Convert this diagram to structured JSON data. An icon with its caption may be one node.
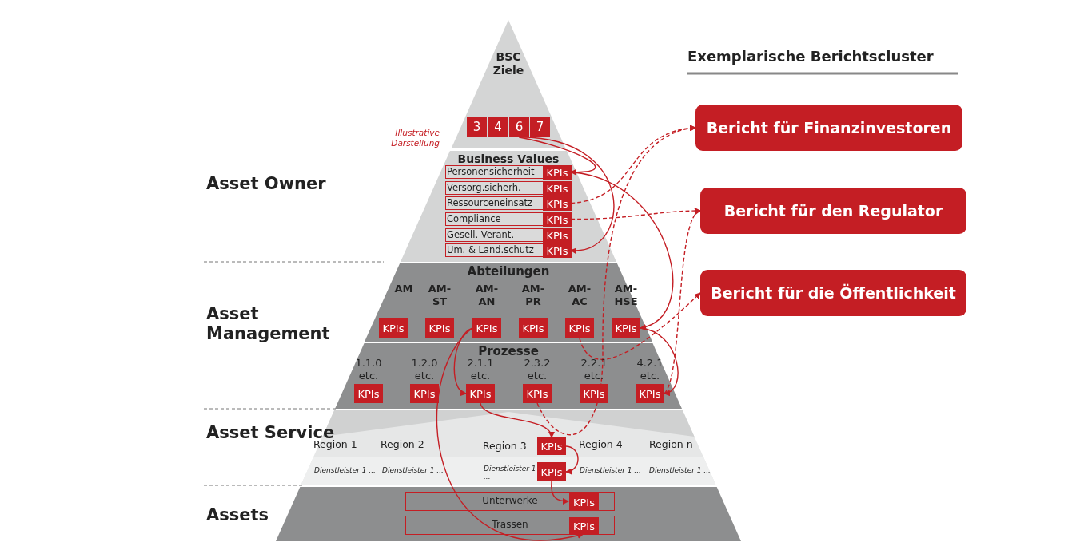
{
  "diagram": {
    "title": "Exemplarische Berichtscluster",
    "nodes": [
      {
        "text": [
          "BSC Ziele"
        ]
      },
      {
        "text": [
          "3"
        ],
        "in": 0
      },
      {
        "text": [
          "4"
        ],
        "in": 0
      },
      {
        "text": [
          "6"
        ],
        "in": 0
      },
      {
        "text": [
          "7"
        ],
        "in": 0
      },
      {
        "text": [
          "Business Values"
        ]
      },
      {
        "text": [
          "Personensicherheit"
        ],
        "in": 5
      },
      {
        "text": [
          "KPIs"
        ],
        "in": 6
      },
      {
        "text": [
          "Versorg.sicherh."
        ],
        "in": 5
      },
      {
        "text": [
          "KPIs"
        ],
        "in": 8
      },
      {
        "text": [
          "Ressourceneinsatz"
        ],
        "in": 5
      },
      {
        "text": [
          "KPIs"
        ],
        "in": 10
      },
      {
        "text": [
          "Compliance"
        ],
        "in": 5
      },
      {
        "text": [
          "KPIs"
        ],
        "in": 12
      },
      {
        "text": [
          "Gesell. Verant."
        ],
        "in": 5
      },
      {
        "text": [
          "KPIs"
        ],
        "in": 14
      },
      {
        "text": [
          "Um. & Land.schutz"
        ],
        "in": 5
      },
      {
        "text": [
          "KPIs"
        ],
        "in": 16
      },
      {
        "text": [
          "Abteilungen"
        ]
      },
      {
        "text": [
          "AM"
        ],
        "in": 18
      },
      {
        "text": [
          "KPIs"
        ],
        "in": 19
      },
      {
        "text": [
          "AM-ST"
        ],
        "in": 18
      },
      {
        "text": [
          "KPIs"
        ],
        "in": 21
      },
      {
        "text": [
          "AM-AN"
        ],
        "in": 18
      },
      {
        "text": [
          "KPIs"
        ],
        "in": 23
      },
      {
        "text": [
          "AM-PR"
        ],
        "in": 18
      },
      {
        "text": [
          "KPIs"
        ],
        "in": 25
      },
      {
        "text": [
          "AM-AC"
        ],
        "in": 18
      },
      {
        "text": [
          "KPIs"
        ],
        "in": 27
      },
      {
        "text": [
          "AM-HSE"
        ],
        "in": 18
      },
      {
        "text": [
          "KPIs"
        ],
        "in": 29
      },
      {
        "text": [
          "Prozesse"
        ]
      },
      {
        "text": [
          "1.1.0 etc."
        ],
        "in": 31
      },
      {
        "text": [
          "KPIs"
        ],
        "in": 32
      },
      {
        "text": [
          "1.2.0 etc."
        ],
        "in": 31
      },
      {
        "text": [
          "KPIs"
        ],
        "in": 34
      },
      {
        "text": [
          "2.1.1 etc."
        ],
        "in": 31
      },
      {
        "text": [
          "KPIs"
        ],
        "in": 36
      },
      {
        "text": [
          "2.3.2 etc."
        ],
        "in": 31
      },
      {
        "text": [
          "KPIs"
        ],
        "in": 38
      },
      {
        "text": [
          "2.2.1 etc."
        ],
        "in": 31
      },
      {
        "text": [
          "KPIs"
        ],
        "in": 40
      },
      {
        "text": [
          "4.2.1 etc."
        ],
        "in": 31
      },
      {
        "text": [
          "KPIs"
        ],
        "in": 42
      },
      {
        "text": [
          "Region 1"
        ]
      },
      {
        "text": [
          "Region 2"
        ]
      },
      {
        "text": [
          "Region 3"
        ]
      },
      {
        "text": [
          "KPIs"
        ],
        "in": 46
      },
      {
        "text": [
          "Region 4"
        ]
      },
      {
        "text": [
          "Region n"
        ]
      },
      {
        "text": [
          "Dienstleister 1 ..."
        ]
      },
      {
        "text": [
          "Dienstleister 1 ..."
        ]
      },
      {
        "text": [
          "Dienstleister 1 ..."
        ]
      },
      {
        "text": [
          "KPIs"
        ],
        "in": 52
      },
      {
        "text": [
          "Dienstleister 1 ..."
        ]
      },
      {
        "text": [
          "Dienstleister 1 ..."
        ]
      },
      {
        "text": [
          "Unterwerke"
        ]
      },
      {
        "text": [
          "KPIs"
        ],
        "in": 56
      },
      {
        "text": [
          "Trassen"
        ]
      },
      {
        "text": [
          "KPIs"
        ],
        "in": 58
      },
      {
        "text": [
          "Bericht für Finanzinvestoren"
        ]
      },
      {
        "text": [
          "Bericht für den Regulator"
        ]
      },
      {
        "text": [
          "Bericht für die Öffentlichkeit"
        ]
      }
    ],
    "edges": [
      {
        "from": 3,
        "to": 7,
        "arrow": "to"
      },
      {
        "from": 3,
        "to": 17,
        "arrow": "to"
      },
      {
        "from": 7,
        "to": 30,
        "arrow": "to"
      },
      {
        "from": 30,
        "to": 43,
        "arrow": "to"
      },
      {
        "from": 24,
        "to": 37,
        "arrow": "to"
      },
      {
        "from": 24,
        "to": 59,
        "arrow": "to"
      },
      {
        "from": 37,
        "to": 47,
        "arrow": "to"
      },
      {
        "from": 47,
        "to": 53,
        "arrow": "to"
      },
      {
        "from": 53,
        "to": 57,
        "arrow": "to"
      },
      {
        "from": 11,
        "to": 60,
        "arrow": "to",
        "style": "dashed"
      },
      {
        "from": 13,
        "to": 61,
        "arrow": "to",
        "style": "dashed"
      },
      {
        "from": 39,
        "to": 60,
        "arrow": "to",
        "style": "dashed"
      },
      {
        "from": 28,
        "to": 62,
        "arrow": "to",
        "style": "dashed"
      },
      {
        "from": 43,
        "to": 61,
        "arrow": "to",
        "style": "dashed"
      }
    ],
    "labels": [
      "Illustrative Darstellung",
      "Asset Owner",
      "Asset Management",
      "Asset Service",
      "Assets"
    ]
  }
}
